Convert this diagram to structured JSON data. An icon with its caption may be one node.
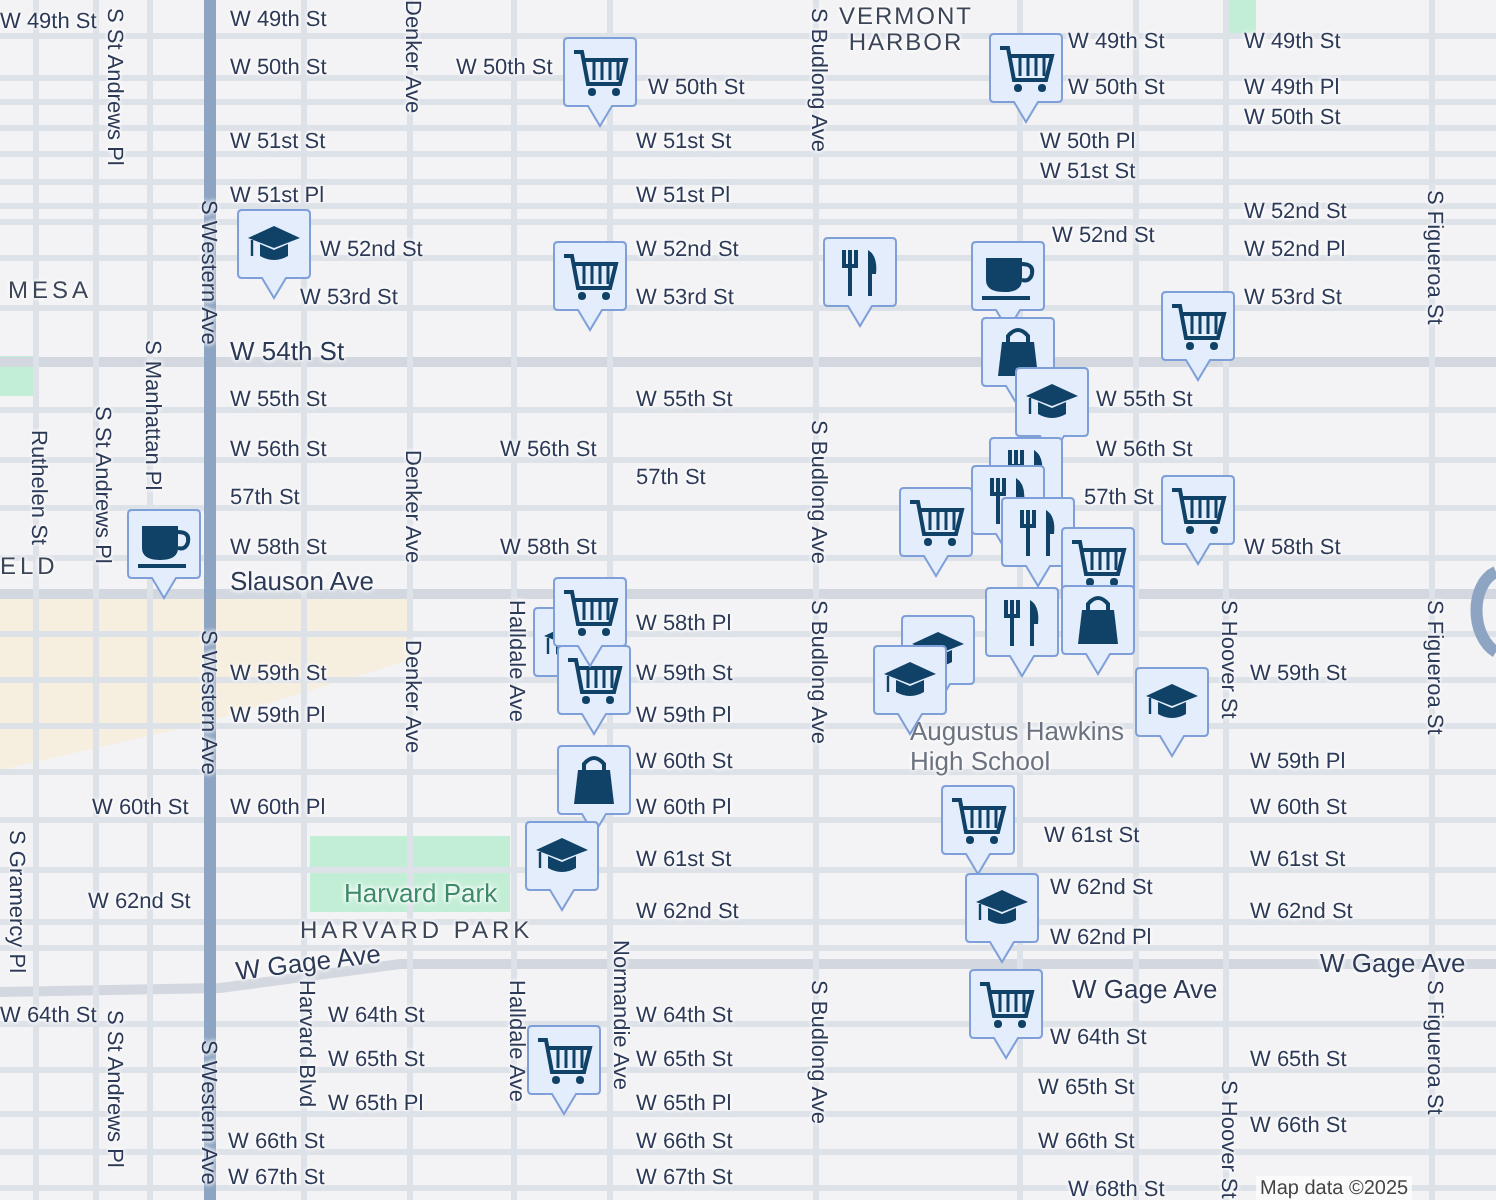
{
  "diagram": {
    "labels": [
      "W 49th St",
      "W 49th St",
      "VERMONT HARBOR",
      "W 49th St",
      "W 49th St",
      "W 50th St",
      "W 50th St",
      "W 50th St",
      "W 50th St",
      "W 49th Pl",
      "W 50th St",
      "W 51st St",
      "W 51st St",
      "W 50th Pl",
      "W 51st St",
      "W 51st Pl",
      "W 51st Pl",
      "W 52nd St",
      "W 52nd St",
      "W 52nd St",
      "W 52nd St",
      "W 52nd Pl",
      "MESA",
      "W 53rd St",
      "W 53rd St",
      "W 53rd St",
      "W 54th St",
      "W 55th St",
      "W 55th St",
      "W 55th St",
      "W 56th St",
      "W 56th St",
      "W 56th St",
      "57th St",
      "57th St",
      "57th St",
      "W 58th St",
      "W 58th St",
      "W 58th St",
      "ELD",
      "Slauson Ave",
      "W 58th Pl",
      "W 59th St",
      "W 59th St",
      "W 59th St",
      "W 59th Pl",
      "W 59th Pl",
      "Augustus Hawkins High School",
      "W 60th St",
      "W 59th Pl",
      "W 60th St",
      "W 60th Pl",
      "W 60th Pl",
      "W 60th St",
      "W 61st St",
      "W 61st St",
      "W 61st St",
      "W 62nd St",
      "Harvard Park",
      "W 62nd St",
      "W 62nd St",
      "W 62nd St",
      "HARVARD PARK",
      "W 62nd Pl",
      "W Gage Ave",
      "W Gage Ave",
      "W Gage Ave",
      "W 64th St",
      "W 64th St",
      "W 64th St",
      "W 64th St",
      "W 65th St",
      "W 65th St",
      "W 65th St",
      "W 65th St",
      "W 65th Pl",
      "W 65th Pl",
      "W 66th St",
      "W 66th St",
      "W 66th St",
      "W 66th St",
      "W 67th St",
      "W 67th St",
      "W 68th St",
      "Map data ©2025",
      "S St Andrews Pl",
      "Denker Ave",
      "S Budlong Ave",
      "S Western Ave",
      "S Figueroa St",
      "Ruthelen St",
      "S St Andrews Pl",
      "S Manhattan Pl",
      "Denker Ave",
      "S Budlong Ave",
      "S Western Ave",
      "Denker Ave",
      "Halldale Ave",
      "S Budlong Ave",
      "S Hoover St",
      "S Figueroa St",
      "S Gramercy Pl",
      "S St Andrews Pl",
      "S Western Ave",
      "Harvard Blvd",
      "Halldale Ave",
      "Normandie Ave",
      "S Budlong Ave",
      "S Hoover St",
      "S Figueroa St"
    ]
  }
}
